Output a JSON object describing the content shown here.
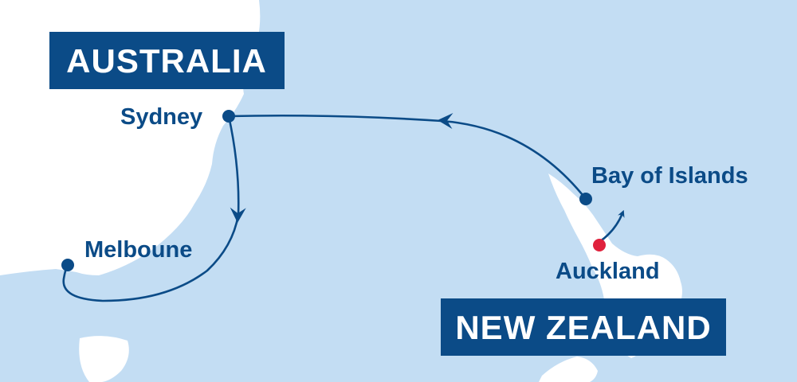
{
  "colors": {
    "sea": "#c3ddf3",
    "land": "#ffffff",
    "route": "#0b4b87",
    "marker": "#0b4b87",
    "start_marker": "#e0213c",
    "label_box": "#0b4b87",
    "label_text": "#ffffff",
    "city_text": "#0b4b87"
  },
  "countries": [
    {
      "id": "australia",
      "label": "AUSTRALIA"
    },
    {
      "id": "new-zealand",
      "label": "NEW ZEALAND"
    }
  ],
  "cities": [
    {
      "id": "sydney",
      "label": "Sydney",
      "marker": "stop"
    },
    {
      "id": "melboune",
      "label": "Melboune",
      "marker": "stop"
    },
    {
      "id": "bay-of-islands",
      "label": "Bay of Islands",
      "marker": "stop"
    },
    {
      "id": "auckland",
      "label": "Auckland",
      "marker": "start"
    }
  ],
  "route": [
    "Auckland",
    "Bay of Islands",
    "Sydney",
    "Melboune"
  ]
}
